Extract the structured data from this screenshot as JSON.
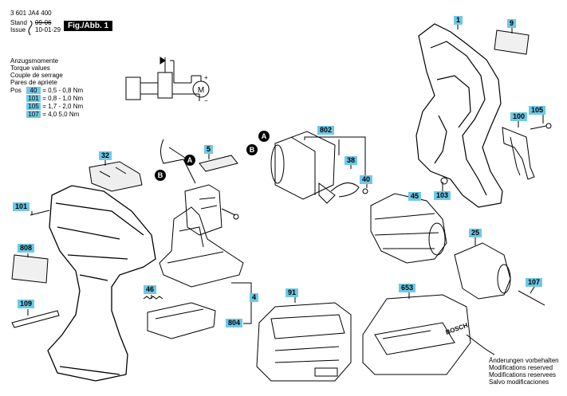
{
  "header": {
    "doc_number": "3 601 JA4 400",
    "stand_label": "Stand",
    "issue_label": "Issue",
    "stand_date_struck": "09-06",
    "issue_date": "10-01-29",
    "fig_label": "Fig./Abb. 1"
  },
  "torque": {
    "lines": [
      "Anzugsmomente",
      "Torque values",
      "Couple de serrage",
      "Pares de apriete"
    ],
    "pos_label": "Pos",
    "rows": [
      {
        "pos": "40",
        "value": "=  0,5 -  0,8 Nm"
      },
      {
        "pos": "101",
        "value": "=  0,8 -  1,0 Nm"
      },
      {
        "pos": "105",
        "value": "=  1,7 -  2,0 Nm"
      },
      {
        "pos": "107",
        "value": "=  4,0    5,0 Nm"
      }
    ]
  },
  "schematic": {
    "motor_label": "M",
    "plus": "+",
    "minus": "−"
  },
  "parts": {
    "p1": "1",
    "p9": "9",
    "p105": "105",
    "p100": "100",
    "p103": "103",
    "p32": "32",
    "p5": "5",
    "p101": "101",
    "p808": "808",
    "p109": "109",
    "p46": "46",
    "p4": "4",
    "p804": "804",
    "p802": "802",
    "p38": "38",
    "p40": "40",
    "p45": "45",
    "p25": "25",
    "p107": "107",
    "p91": "91",
    "p653": "653"
  },
  "connectors": {
    "a": "A",
    "b": "B"
  },
  "footer": [
    "Änderungen vorbehalten",
    "Modifications reserved",
    "Modifications reservees",
    "Salvo modificaciones"
  ],
  "charger_brand": "BOSCH"
}
